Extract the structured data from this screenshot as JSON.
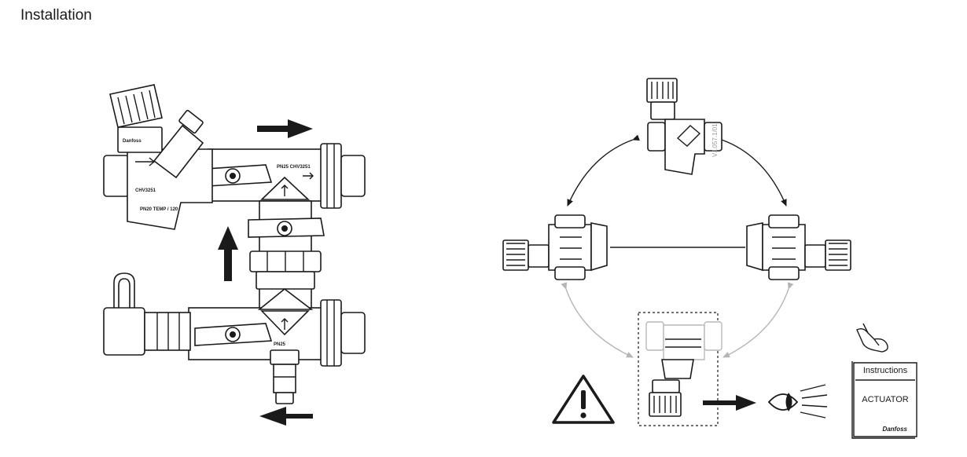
{
  "page": {
    "title": "Installation"
  },
  "valve_markings": {
    "brand": "Danfoss",
    "model_a": "CHV3251",
    "model_b": "PN25",
    "pressure": "PN20 TEMP / 120",
    "label_top": "PN25 CHV3251"
  },
  "drawing_code": "VJ.057.1/01",
  "manual": {
    "heading": "Instructions",
    "subject": "ACTUATOR",
    "brand": "Danfoss"
  },
  "icons": {
    "warning": "warning-triangle-icon",
    "eye": "eye-icon",
    "hand": "pointing-hand-icon"
  }
}
